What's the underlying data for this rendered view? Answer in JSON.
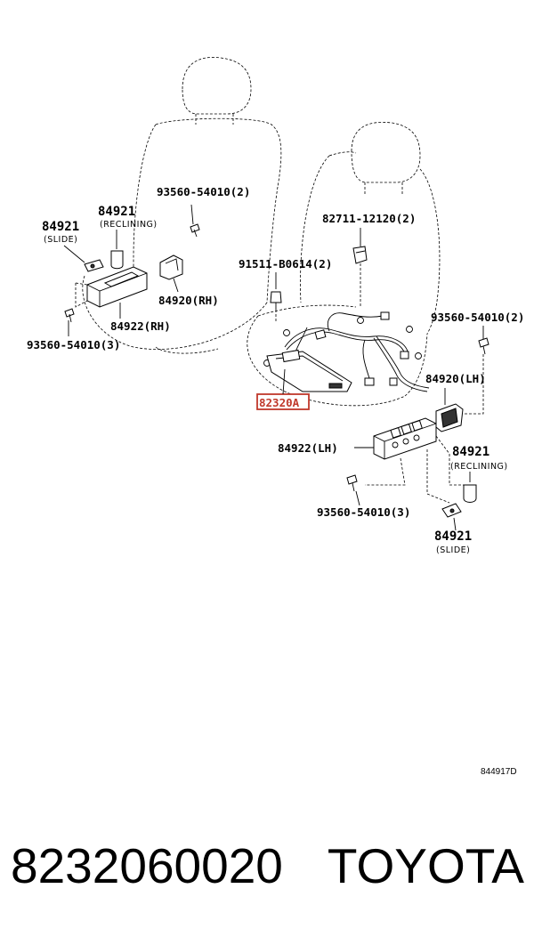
{
  "labels": {
    "bolt_top_left": "93560-54010(2)",
    "recline_knob_rh_pn": "84921",
    "recline_knob_rh_sub": "(RECLINING)",
    "slide_knob_rh_pn": "84921",
    "slide_knob_rh_sub": "(SLIDE)",
    "cover_rh": "84920(RH)",
    "switch_rh": "84922(RH)",
    "bolt_rh": "93560-54010(3)",
    "clamp": "82711-12120(2)",
    "clip": "91511-B0614(2)",
    "bolt_right": "93560-54010(2)",
    "cover_lh": "84920(LH)",
    "highlighted_part": "82320A",
    "switch_lh": "84922(LH)",
    "recline_knob_lh_pn": "84921",
    "recline_knob_lh_sub": "(RECLINING)",
    "bolt_lh": "93560-54010(3)",
    "slide_knob_lh_pn": "84921",
    "slide_knob_lh_sub": "(SLIDE)",
    "figure_code": "844917D"
  },
  "caption": {
    "part_number": "8232060020",
    "brand": "TOYOTA"
  },
  "colors": {
    "highlight": "#c0392b",
    "ink": "#000000"
  }
}
